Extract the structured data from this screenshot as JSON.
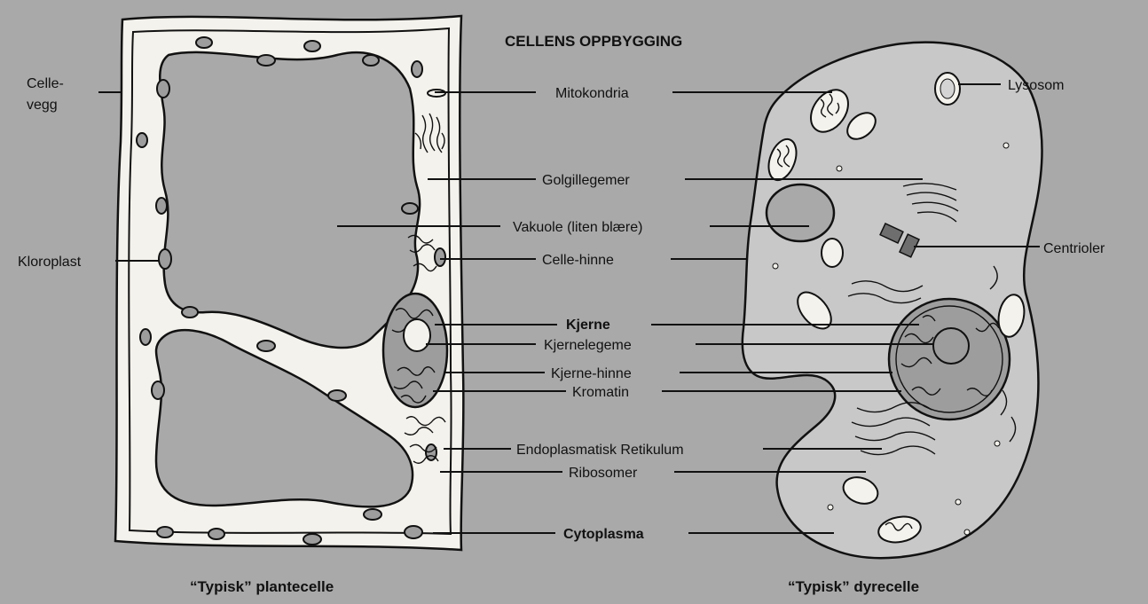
{
  "title": "CELLENS OPPBYGGING",
  "labels": {
    "cellevegg_line1": "Celle-",
    "cellevegg_line2": "vegg",
    "kloroplast": "Kloroplast",
    "mitokondria": "Mitokondria",
    "golgillegemer": "Golgillegemer",
    "vakuole": "Vakuole (liten blære)",
    "celle_hinne": "Celle-hinne",
    "kjerne": "Kjerne",
    "kjernelegeme": "Kjernelegeme",
    "kjerne_hinne": "Kjerne-hinne",
    "kromatin": "Kromatin",
    "endoplasmatisk": "Endoplasmatisk Retikulum",
    "ribosomer": "Ribosomer",
    "cytoplasma": "Cytoplasma",
    "lysosom": "Lysosom",
    "centrioler": "Centrioler"
  },
  "captions": {
    "plant": "“Typisk” plantecelle",
    "animal": "“Typisk” dyrecelle"
  }
}
